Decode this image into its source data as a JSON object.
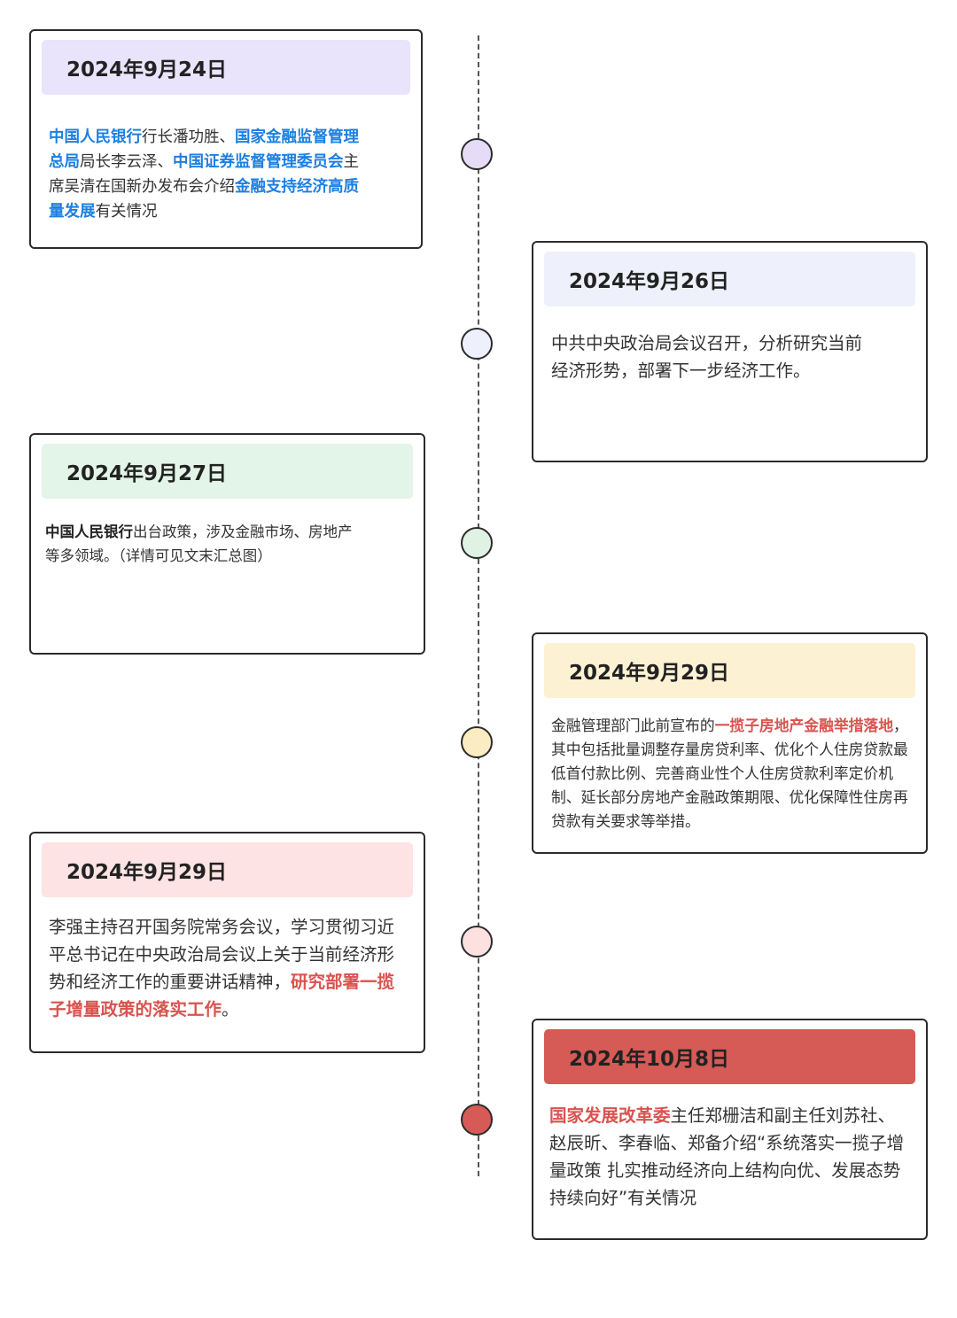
{
  "timeline": [
    {
      "date": "2024年9月24日",
      "header_color": "#e9e3fc",
      "dot_color": "#e6dcf8",
      "body": [
        {
          "text": "中国人民银行",
          "style": "blue"
        },
        {
          "text": "行长潘功胜、",
          "style": "plain"
        },
        {
          "text": "国家金融监督管理总局",
          "style": "blue"
        },
        {
          "text": "局长李云泽、",
          "style": "plain"
        },
        {
          "text": "中国证券监督管理委员会",
          "style": "blue"
        },
        {
          "text": "主席吴清在国新办发布会介绍",
          "style": "plain"
        },
        {
          "text": "金融支持经济高质量发展",
          "style": "blue"
        },
        {
          "text": "有关情况",
          "style": "plain"
        }
      ]
    },
    {
      "date": "2024年9月26日",
      "header_color": "#eef1fb",
      "dot_color": "#eef1fb",
      "body": [
        {
          "text": "中共中央政治局会议召开，分析研究当前经济形势，部署下一步经济工作。",
          "style": "plain"
        }
      ]
    },
    {
      "date": "2024年9月27日",
      "header_color": "#e3f5e8",
      "dot_color": "#dff2e3",
      "body": [
        {
          "text": "中国人民银行",
          "style": "bold"
        },
        {
          "text": "出台政策，涉及金融市场、房地产等多领域。（详情可见文末汇总图）",
          "style": "plain"
        }
      ]
    },
    {
      "date": "2024年9月29日",
      "header_color": "#fdf1d3",
      "dot_color": "#fcecc3",
      "body": [
        {
          "text": "金融管理部门此前宣布的",
          "style": "plain"
        },
        {
          "text": "一揽子房地产金融举措落地",
          "style": "red"
        },
        {
          "text": "，其中包括批量调整存量房贷利率、优化个人住房贷款最低首付款比例、完善商业性个人住房贷款利率定价机制、延长部分房地产金融政策期限、优化保障性住房再贷款有关要求等举措。",
          "style": "plain"
        }
      ]
    },
    {
      "date": "2024年9月29日",
      "header_color": "#fde3e3",
      "dot_color": "#fde0e0",
      "body": [
        {
          "text": "李强主持召开国务院常务会议，学习贯彻习近平总书记在中央政治局会议上关于当前经济形势和经济工作的重要讲话精神，",
          "style": "plain"
        },
        {
          "text": "研究部署一揽子增量政策的落实工作",
          "style": "red"
        },
        {
          "text": "。",
          "style": "plain"
        }
      ]
    },
    {
      "date": "2024年10月8日",
      "header_color": "#d65a55",
      "dot_color": "#d65a55",
      "body": [
        {
          "text": "国家发展改革委",
          "style": "red"
        },
        {
          "text": "主任郑栅洁和副主任刘苏社、赵辰昕、李春临、郑备介绍“系统落实一揽子增量政策 扎实推动经济向上结构向优、发展态势持续向好”有关情况",
          "style": "plain"
        }
      ]
    }
  ]
}
